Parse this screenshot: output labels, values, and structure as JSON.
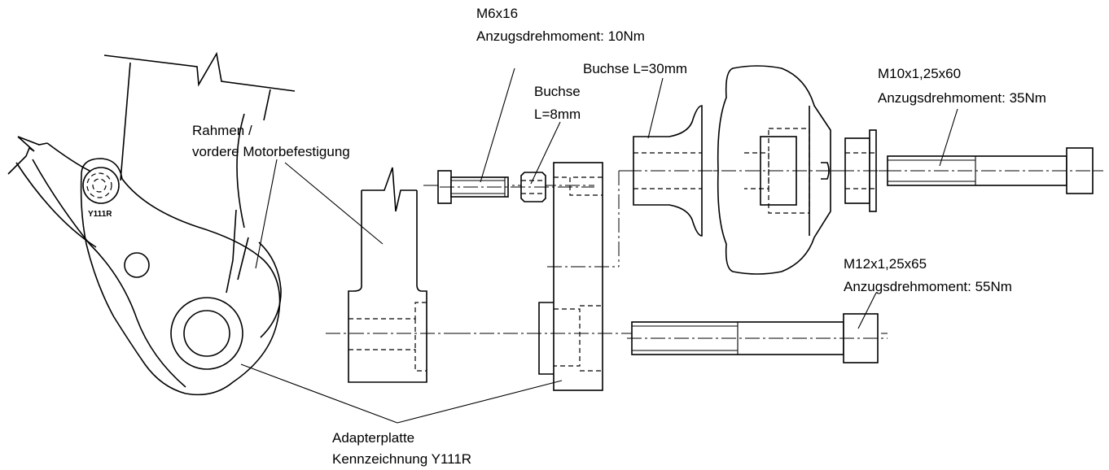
{
  "labels": {
    "bolt_m6": "M6x16",
    "torque_m6": "Anzugsdrehmoment: 10Nm",
    "bushing_small_1": "Buchse",
    "bushing_small_2": "L=8mm",
    "bushing_large": "Buchse L=30mm",
    "bolt_m10": "M10x1,25x60",
    "torque_m10": "Anzugsdrehmoment: 35Nm",
    "frame_1": "Rahmen /",
    "frame_2": "vordere Motorbefestigung",
    "bolt_m12": "M12x1,25x65",
    "torque_m12": "Anzugsdrehmoment: 55Nm",
    "adapter_1": "Adapterplatte",
    "adapter_2": "Kennzeichnung Y111R",
    "part_marking": "Y111R"
  }
}
